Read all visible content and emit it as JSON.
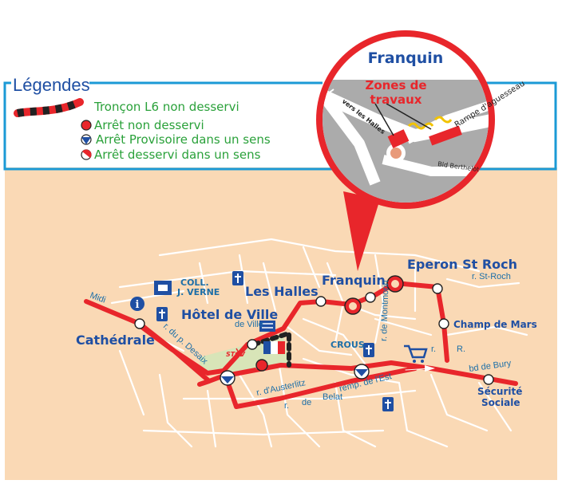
{
  "legend": {
    "title": "Légendes",
    "items": [
      {
        "icon": "route-segment-icon",
        "label": "Tronçon L6 non desservi"
      },
      {
        "icon": "red-dot-icon",
        "label": "Arrêt non desservi"
      },
      {
        "icon": "half-blue-dot-icon",
        "label": "Arrêt Provisoire dans un sens"
      },
      {
        "icon": "half-red-dot-icon",
        "label": "Arrêt desservi dans un sens"
      }
    ]
  },
  "inset": {
    "title": "Franquin",
    "zone_line1": "Zones de",
    "zone_line2": "travaux",
    "road_vers": "vers les Halles",
    "road_rampe": "Rampe d'aguesseau",
    "road_bld": "Bld Berthelot"
  },
  "stops": {
    "cathedrale": "Cathédrale",
    "hotel_de_ville": "Hôtel de Ville",
    "les_halles": "Les Halles",
    "franquin": "Franquin",
    "eperon": "Eperon St Roch",
    "champ_de_mars": "Champ de Mars",
    "securite_line1": "Sécurité",
    "securite_line2": "Sociale"
  },
  "labels": {
    "coll_line1": "COLL.",
    "coll_line2": "J. VERNE",
    "crous": "CROUS",
    "stgv": "STGV"
  },
  "streets": {
    "midi": "Midi",
    "desaix": "r. du p. Desaix",
    "austerlitz": "r. d'Austerlitz",
    "belat_r": "r.",
    "belat_de": "de",
    "belat": "Belat",
    "remp_est": "remp. de l'Est",
    "st_roch": "r. St-Roch",
    "bd_bury": "bd de Bury",
    "r_right": "r.",
    "r_right2": "R.",
    "de_ville": "de Ville",
    "montmorin": "r. de Montmorin"
  },
  "colors": {
    "route_red": "#e8262b",
    "route_dark": "#222222",
    "blue": "#1f4fa3",
    "legend_green": "#2aa13a",
    "frame_cyan": "#1b9ad6",
    "map_bg": "#fad9b5"
  }
}
